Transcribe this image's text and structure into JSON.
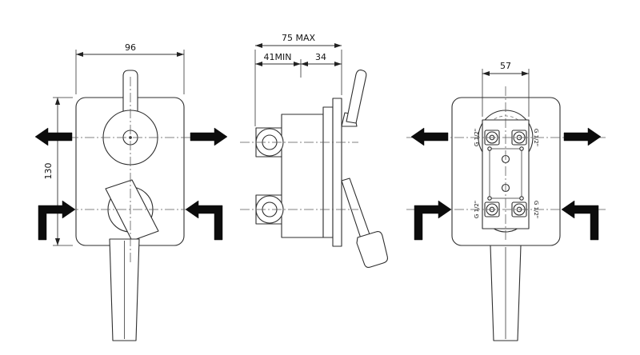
{
  "drawing": {
    "front_view": {
      "width_dim": "96",
      "height_dim": "130"
    },
    "side_view": {
      "max_depth_dim": "75 MAX",
      "min_depth_dim": "41MIN",
      "offset_dim": "34"
    },
    "rear_view": {
      "width_dim": "57",
      "port_labels": [
        "G 1/2\"",
        "G 1/2\"",
        "G 1/2\"",
        "G 1/2\""
      ]
    }
  }
}
